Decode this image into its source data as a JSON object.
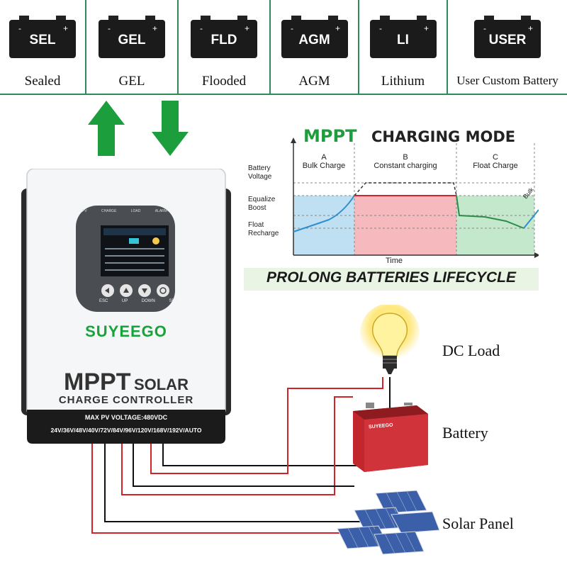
{
  "battery_types": [
    {
      "code": "SEL",
      "name": "Sealed"
    },
    {
      "code": "GEL",
      "name": "GEL"
    },
    {
      "code": "FLD",
      "name": "Flooded"
    },
    {
      "code": "AGM",
      "name": "AGM"
    },
    {
      "code": "LI",
      "name": "Lithium"
    },
    {
      "code": "USER",
      "name": "User Custom Battery"
    }
  ],
  "controller": {
    "brand": "SUYEEGO",
    "title_big": "MPPT",
    "title_small": "SOLAR",
    "subtitle": "CHARGE CONTROLLER",
    "max_pv": "MAX PV VOLTAGE:480VDC",
    "voltages": "24V/36V/48V/40V/72V/84V/96V/120V/168V/192V/AUTO",
    "indicators": [
      "PV",
      "CHARGE",
      "LOAD",
      "ALARM"
    ],
    "buttons": [
      "ESC",
      "UP",
      "DOWN",
      "SET"
    ]
  },
  "chart": {
    "title_part1": "MPPT",
    "title_part2": "CHARGING MODE",
    "phases": [
      {
        "letter": "A",
        "label": "Bulk Charge"
      },
      {
        "letter": "B",
        "label": "Constant charging"
      },
      {
        "letter": "C",
        "label": "Float Charge"
      }
    ],
    "y_labels": [
      "Battery\nVoltage",
      "Equalize\nBoost",
      "Float\nRecharge"
    ],
    "y_label_battery_1": "Battery",
    "y_label_battery_2": "Voltage",
    "y_label_equalize_1": "Equalize",
    "y_label_equalize_2": "Boost",
    "y_label_float_1": "Float",
    "y_label_float_2": "Recharge",
    "xlabel": "Time",
    "bulk_tag": "Bulk",
    "tagline": "PROLONG BATTERIES LIFECYCLE",
    "colors": {
      "bulk": "#bfe0f2",
      "constant": "#f6b9bd",
      "float": "#c3e8cc",
      "line_blue": "#2f8fcf",
      "line_red": "#d2232a",
      "line_green": "#2e8b4a"
    }
  },
  "labels": {
    "dc_load": "DC Load",
    "battery": "Battery",
    "solar_panel": "Solar Panel",
    "battery_case": "SUYEEGO"
  },
  "arrows": {
    "up_color": "#1c9e3c",
    "down_color": "#1c9e3c"
  }
}
